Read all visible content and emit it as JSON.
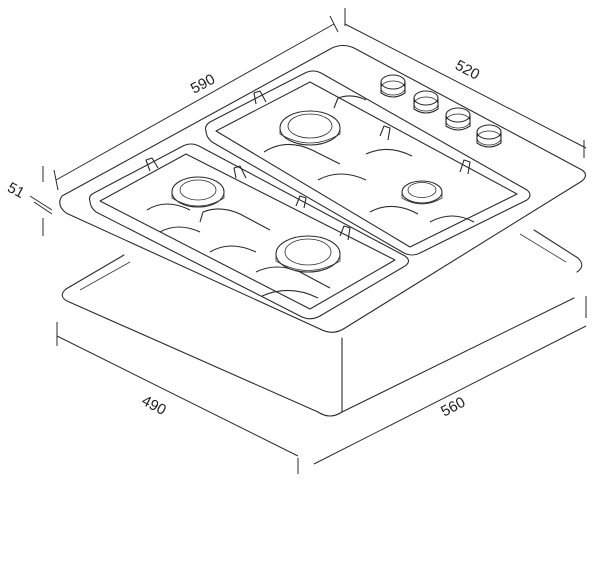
{
  "dimensions": {
    "top_width": "590",
    "top_depth": "520",
    "thickness": "51",
    "cutout_width": "560",
    "cutout_depth": "490"
  },
  "burners": [
    "burner-rear-left",
    "burner-rear-right",
    "burner-front-left",
    "burner-front-right"
  ],
  "knobs": [
    "knob-1",
    "knob-2",
    "knob-3",
    "knob-4"
  ]
}
